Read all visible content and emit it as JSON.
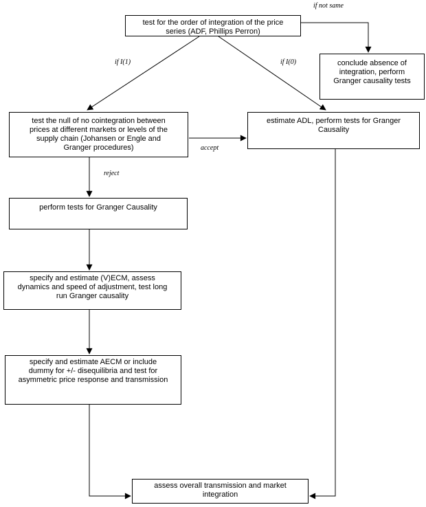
{
  "diagram": {
    "kind": "flowchart",
    "colors": {
      "background": "#ffffff",
      "line": "#000000",
      "text": "#000000"
    },
    "nodes": {
      "order_integration": "test for the order of integration of the price\nseries (ADF, Phillips Perron)",
      "conclude_absence": "conclude absence of\nintegration, perform\nGranger causality tests",
      "cointegration_test": "test the null of no cointegration between\nprices at different markets or levels of the\nsupply chain (Johansen or Engle and\nGranger procedures)",
      "estimate_adl": "estimate ADL, perform tests for Granger\nCausality",
      "granger_tests": "perform tests for Granger Causality",
      "estimate_vecm": "specify and estimate (V)ECM, assess\ndynamics and speed of adjustment,  test long\nrun Granger causality",
      "estimate_aecm": "specify and estimate AECM  or include\ndummy for +/- disequilibria and test for\nasymmetric price response and transmission",
      "assess_overall": "assess overall transmission and market\nintegration"
    },
    "edge_labels": {
      "not_same": "if not same",
      "i1": "if I(1)",
      "i0": "if I(0)",
      "accept": "accept",
      "reject": "reject"
    }
  }
}
